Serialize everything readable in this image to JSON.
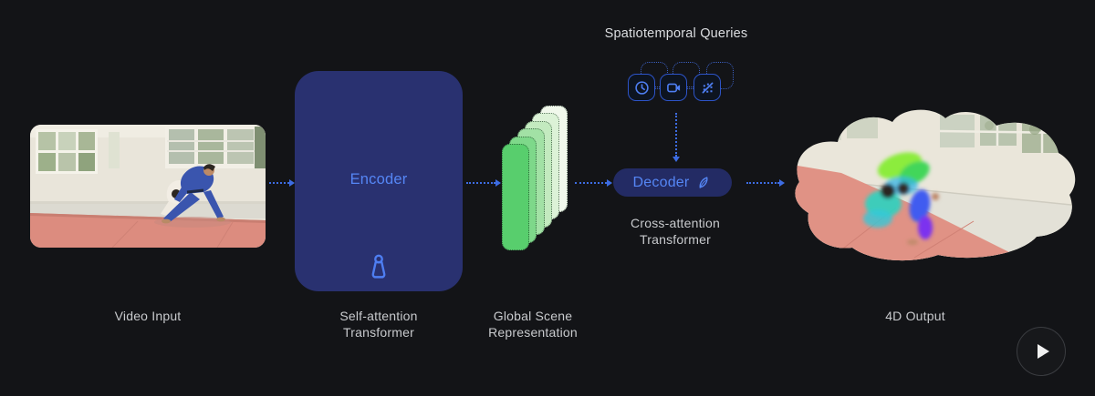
{
  "colors": {
    "background": "#131417",
    "accent_blue": "#3d6ce2",
    "node_text_blue": "#5586f5",
    "encoder_fill": "#293170",
    "decoder_fill": "#232b64",
    "caption_text": "#c8cacd"
  },
  "pipeline": {
    "video_input": {
      "label": "Video Input",
      "description": "Judo throw on a red mat in a white dojo with windows"
    },
    "encoder": {
      "title": "Encoder",
      "icon": "weight-icon",
      "caption": [
        "Self-attention",
        "Transformer"
      ]
    },
    "global_scene": {
      "caption": [
        "Global Scene",
        "Representation"
      ],
      "layer_colors": [
        "#58ce6d",
        "#7ed88a",
        "#a2e1a5",
        "#c3eabf",
        "#dcf2d7",
        "#f1f8ec"
      ]
    },
    "queries": {
      "title": "Spatiotemporal Queries",
      "buttons": [
        {
          "icon": "clock-icon"
        },
        {
          "icon": "video-camera-icon"
        },
        {
          "icon": "scatter-plot-icon"
        }
      ]
    },
    "decoder": {
      "title": "Decoder",
      "icon": "feather-icon",
      "caption": [
        "Cross-attention",
        "Transformer"
      ]
    },
    "output": {
      "label": "4D Output",
      "description": "Same judo scene reconstructed with colorful 4D motion-track trails"
    }
  },
  "controls": {
    "play_button": {
      "icon": "play-icon"
    }
  }
}
